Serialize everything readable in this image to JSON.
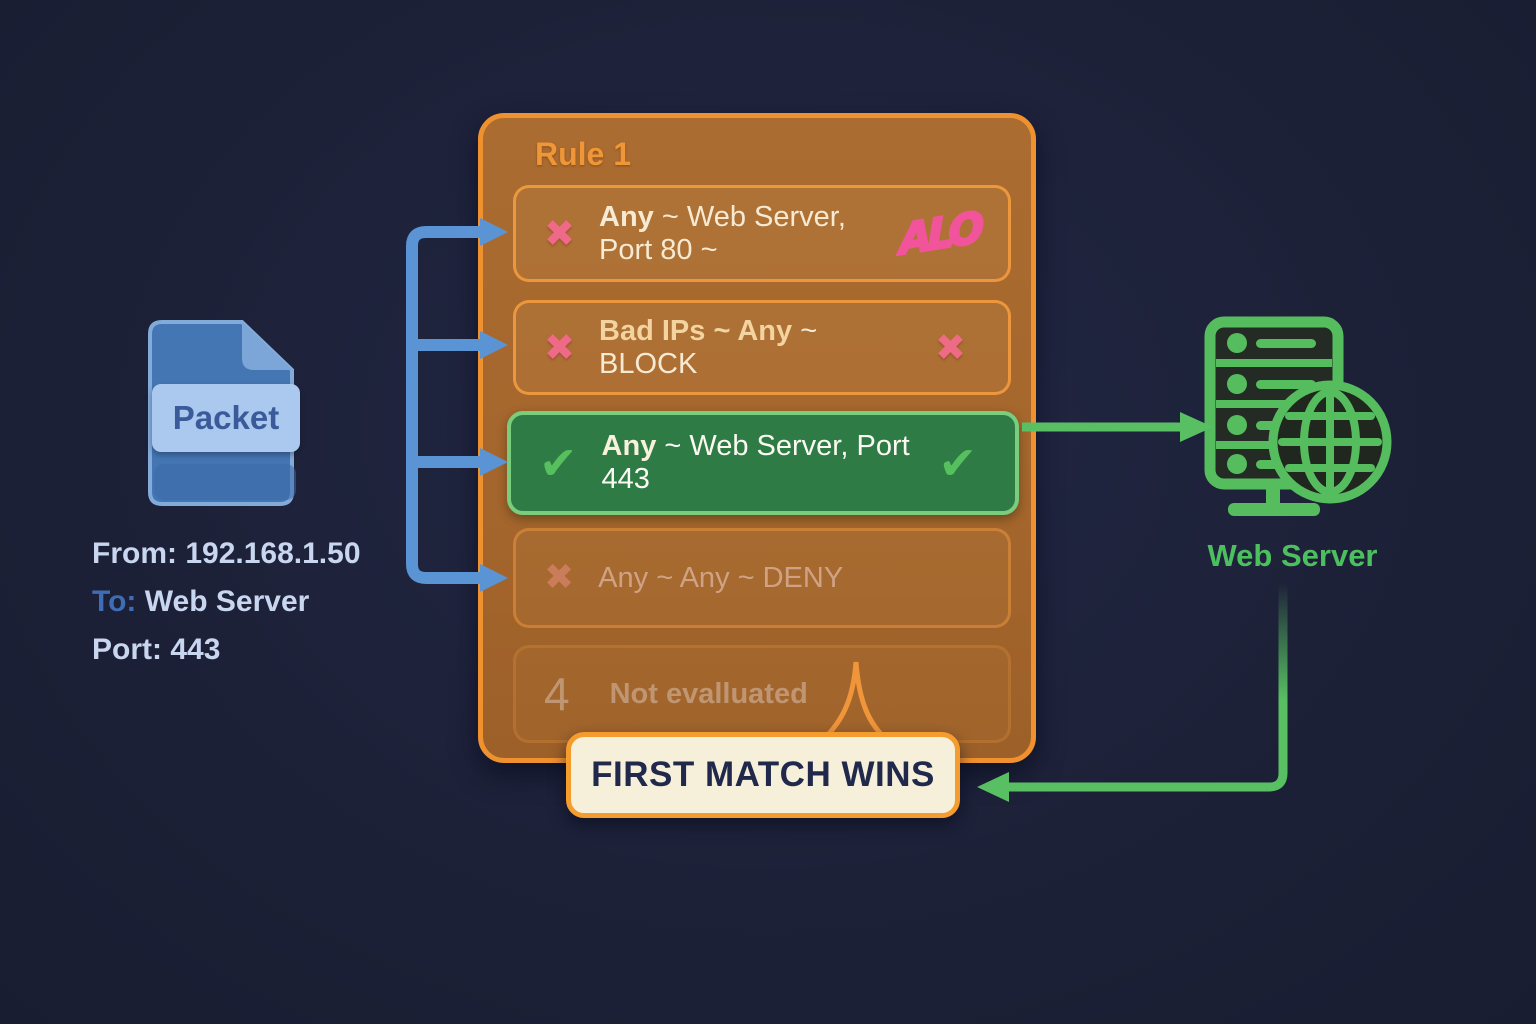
{
  "packet": {
    "label": "Packet",
    "fields": [
      {
        "label": "From:",
        "value": "192.168.1.50"
      },
      {
        "label": "To:",
        "value": "Web Server"
      },
      {
        "label": "Port:",
        "value": "443"
      }
    ]
  },
  "firewall": {
    "title": "Rule 1",
    "rules": [
      {
        "state": "rejected",
        "result_icon": "✖",
        "match": "Any",
        "detail": " ~ Web Server, Port 80 ~",
        "scribble": "ALO"
      },
      {
        "state": "rejected",
        "result_icon": "✖",
        "match": "Bad IPs ~ Any",
        "detail": " ~ BLOCK",
        "end_icon": "✖"
      },
      {
        "state": "matched",
        "result_icon": "✔",
        "match": "Any",
        "detail": " ~ Web Server, Port 443",
        "end_icon": "✔"
      },
      {
        "state": "skipped",
        "result_icon": "✖",
        "text": "Any ~ Any ~ DENY"
      },
      {
        "state": "not-evaluated",
        "number": "4",
        "text": "Not evalluated"
      }
    ]
  },
  "banner": {
    "label": "FIRST MATCH WINS"
  },
  "server": {
    "label": "Web Server"
  },
  "colors": {
    "accent_orange": "#f0912f",
    "accent_green": "#58bf63",
    "accent_blue": "#5b94d4",
    "cross_pink": "#ef6a87",
    "scribble_pink": "#f2549b",
    "banner_cream": "#f6efda",
    "banner_text_navy": "#20294c",
    "match_row_green": "#2e7b45",
    "panel_brown": "#a4662c",
    "background_navy": "#1d2138"
  }
}
